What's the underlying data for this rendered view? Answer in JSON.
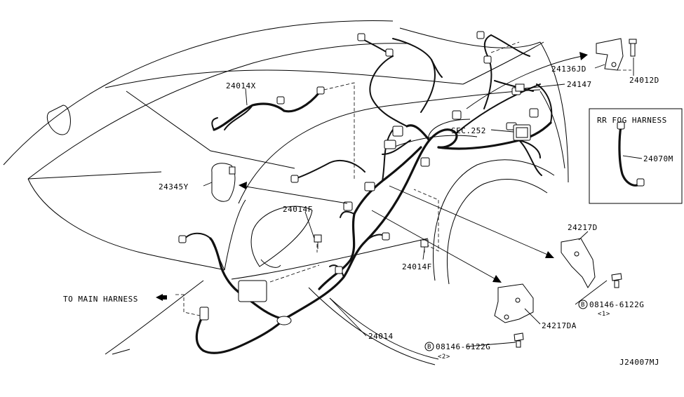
{
  "labels": {
    "p24014X": "24014X",
    "p24345Y": "24345Y",
    "p24014F_a": "24014F",
    "p24014F_b": "24014F",
    "main_harness": "TO MAIN HARNESS",
    "p24014": "24014",
    "p24136JD": "24136JD",
    "p24012D": "24012D",
    "p24147": "24147",
    "sec252": "SEC.252",
    "rr_fog_title": "RR FOG HARNESS",
    "p24070M": "24070M",
    "p24217D": "24217D",
    "bolt1_code": "08146-6122G",
    "bolt1_qty": "<1>",
    "p24217DA": "24217DA",
    "bolt2_code": "08146-6122G",
    "bolt2_qty": "<2>",
    "b_mark": "B",
    "diagram_id": "J24007MJ"
  }
}
